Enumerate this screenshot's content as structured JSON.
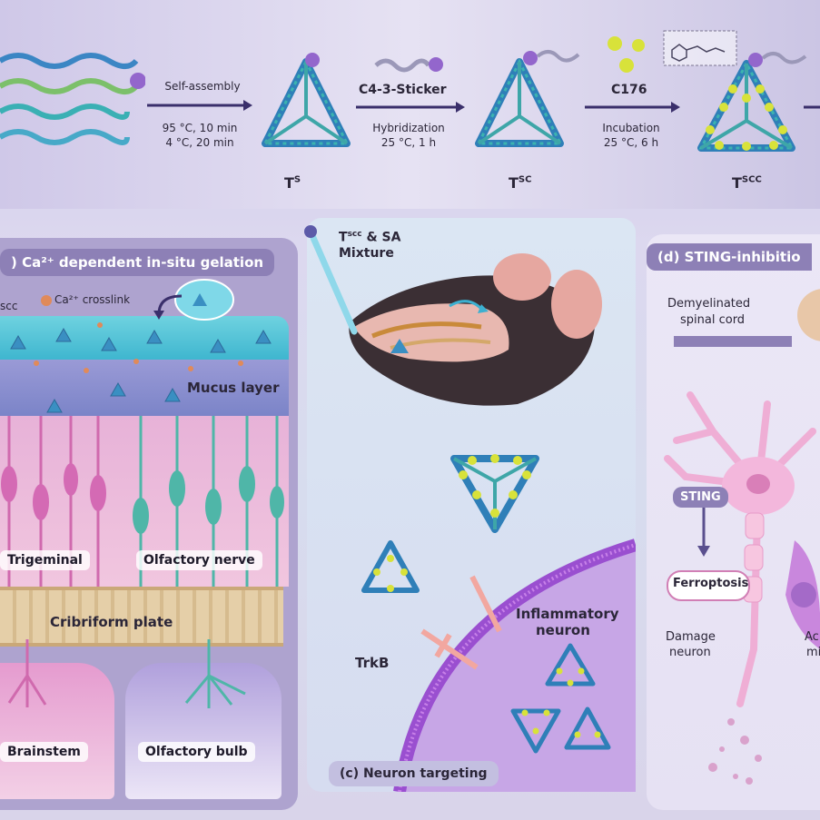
{
  "top": {
    "steps": [
      {
        "above": "Self-assembly",
        "below1": "95 °C, 10 min",
        "below2": "4 °C, 20 min"
      },
      {
        "above": "C4-3-Sticker",
        "below1": "Hybridization",
        "below2": "25 °C, 1 h"
      },
      {
        "above": "C176",
        "below1": "Incubation",
        "below2": "25 °C, 6 h"
      }
    ],
    "products": [
      {
        "base": "T",
        "sup": "S"
      },
      {
        "base": "T",
        "sup": "SC"
      },
      {
        "base": "T",
        "sup": "SCC"
      }
    ]
  },
  "panel_b": {
    "title": ") Ca²⁺ dependent in-situ gelation",
    "scc_label": "scc",
    "crosslink": "Ca²⁺ crosslink",
    "mucus": "Mucus layer",
    "trigeminal": "Trigeminal",
    "olfactory_nerve": "Olfactory nerve",
    "cribriform": "Cribriform plate",
    "brainstem": "Brainstem",
    "olfactory_bulb": "Olfactory bulb"
  },
  "panel_c": {
    "mixture_base": "T",
    "mixture_sup": "scc",
    "mixture_rest": " & SA",
    "mixture_line2": "Mixture",
    "inflammatory1": "Inflammatory",
    "inflammatory2": "neuron",
    "trkb": "TrkB",
    "title": "(c) Neuron targeting"
  },
  "panel_d": {
    "title": "(d) STING-inhibitio",
    "demyelinated1": "Demyelinated",
    "demyelinated2": "spinal cord",
    "sting": "STING",
    "ferroptosis": "Ferroptosis",
    "damage1": "Damage",
    "damage2": "neuron",
    "ac1": "Ac",
    "ac2": "mi"
  },
  "colors": {
    "dna_blue": "#2f7fb8",
    "dna_teal": "#3bb3b0",
    "dna_green": "#5fae5a",
    "drug_yellow": "#d8e23a",
    "sticker_purple": "#8e5fc4",
    "panel_purple": "#8d80b6",
    "neuron_pink": "#e48ac0",
    "neuron_teal": "#5bbfb2"
  }
}
